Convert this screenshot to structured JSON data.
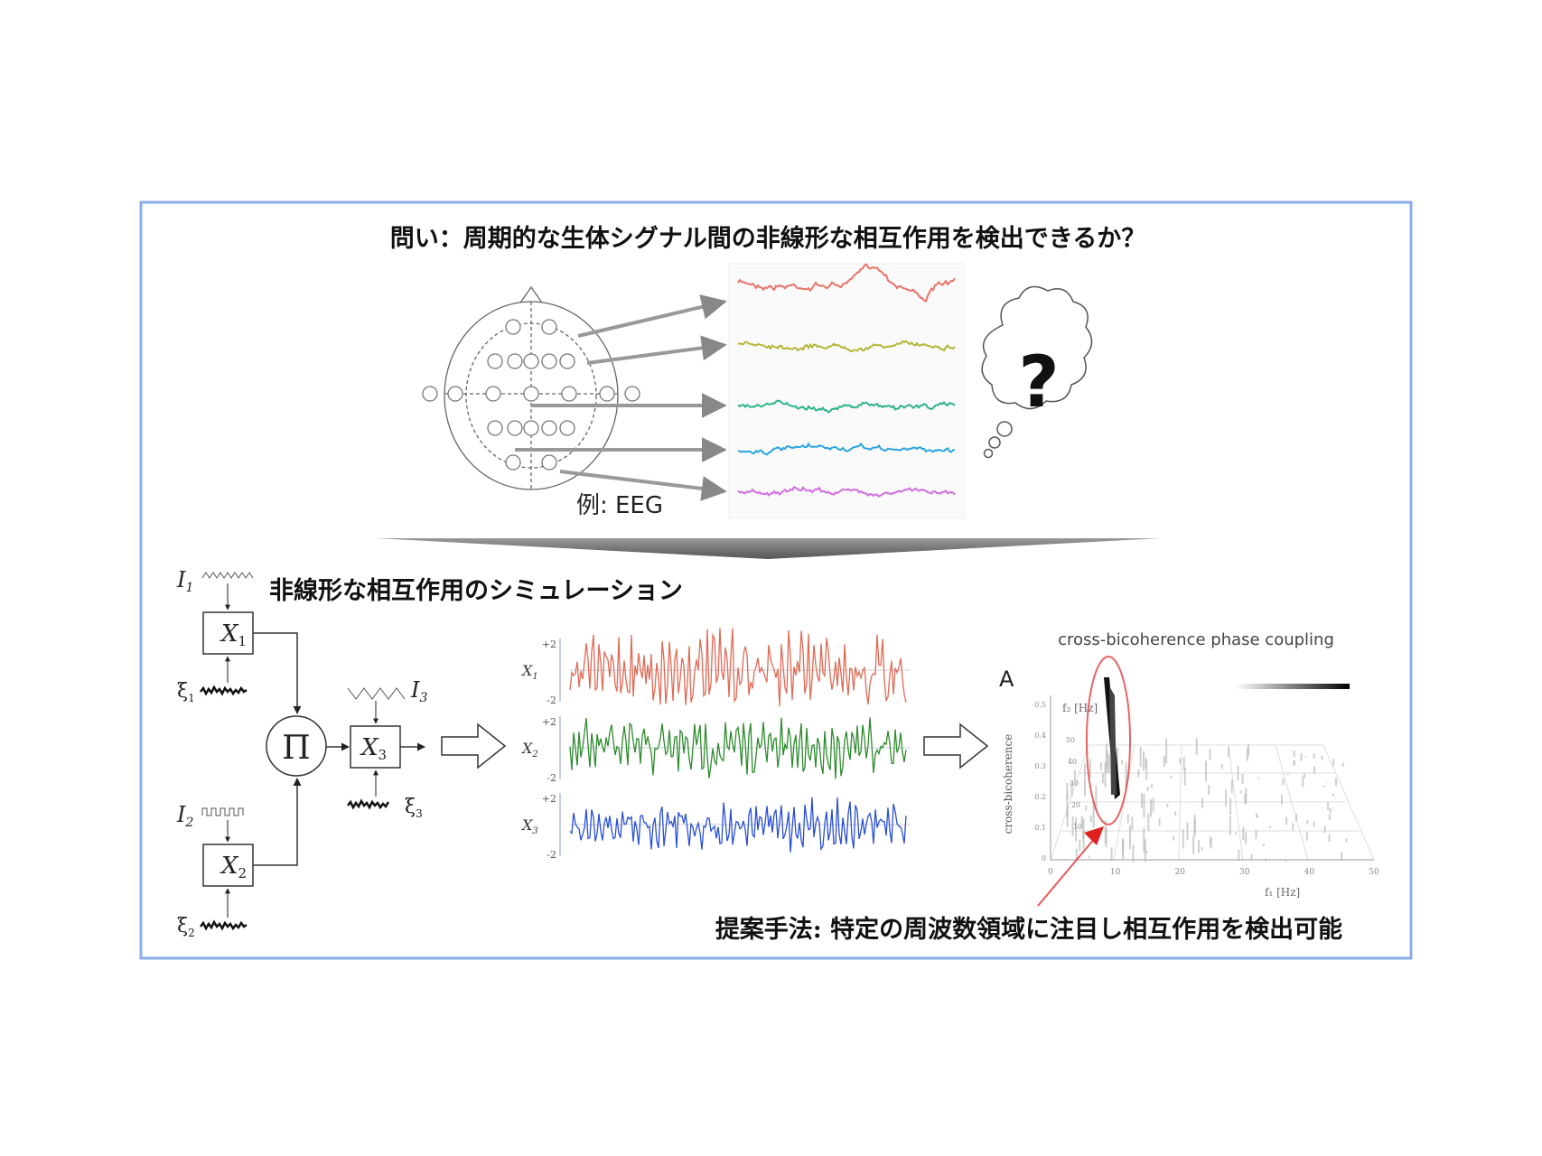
{
  "top": {
    "question": "問い：周期的な生体シグナル間の非線形な相互作用を検出できるか？",
    "eeg_label": "例: EEG",
    "thought_symbol": "?",
    "trace_colors": [
      "#e8736a",
      "#b5b537",
      "#2db38a",
      "#2aa5e0",
      "#d16ee0"
    ]
  },
  "simulation": {
    "heading": "非線形な相互作用のシミュレーション",
    "inputs": {
      "i1": "I",
      "i1_sub": "1",
      "i2": "I",
      "i2_sub": "2",
      "i3": "I",
      "i3_sub": "3"
    },
    "noises": {
      "n1": "ξ",
      "n1_sub": "1",
      "n2": "ξ",
      "n2_sub": "2",
      "n3": "ξ",
      "n3_sub": "3"
    },
    "nodes": {
      "x1": "X",
      "x1_sub": "1",
      "x2": "X",
      "x2_sub": "2",
      "x3": "X",
      "x3_sub": "3",
      "product": "Π"
    }
  },
  "signals": {
    "rows": [
      {
        "label": "X",
        "sub": "1",
        "tick_top": "+2",
        "tick_bottom": "-2",
        "color": "#e06a55"
      },
      {
        "label": "X",
        "sub": "2",
        "tick_top": "+2",
        "tick_bottom": "-2",
        "color": "#2e8b2e"
      },
      {
        "label": "X",
        "sub": "3",
        "tick_top": "+2",
        "tick_bottom": "-2",
        "color": "#2a4fd6"
      }
    ]
  },
  "result_plot": {
    "title": "cross-bicoherence phase coupling",
    "panel_label": "A",
    "zlabel": "cross-bicoherence",
    "z_ticks": [
      "0",
      "0.1",
      "0.2",
      "0.3",
      "0.4",
      "0.5"
    ],
    "x_label": "f₁ [Hz]",
    "x_ticks": [
      "0",
      "10",
      "20",
      "30",
      "40",
      "50"
    ],
    "y_label": "f₂ [Hz]",
    "y_ticks": [
      "10",
      "20",
      "30",
      "40",
      "50"
    ],
    "highlight_color": "#e03030"
  },
  "conclusion": "提案手法: 特定の周波数領域に注目し相互作用を検出可能",
  "frame_color": "#8aaee8"
}
